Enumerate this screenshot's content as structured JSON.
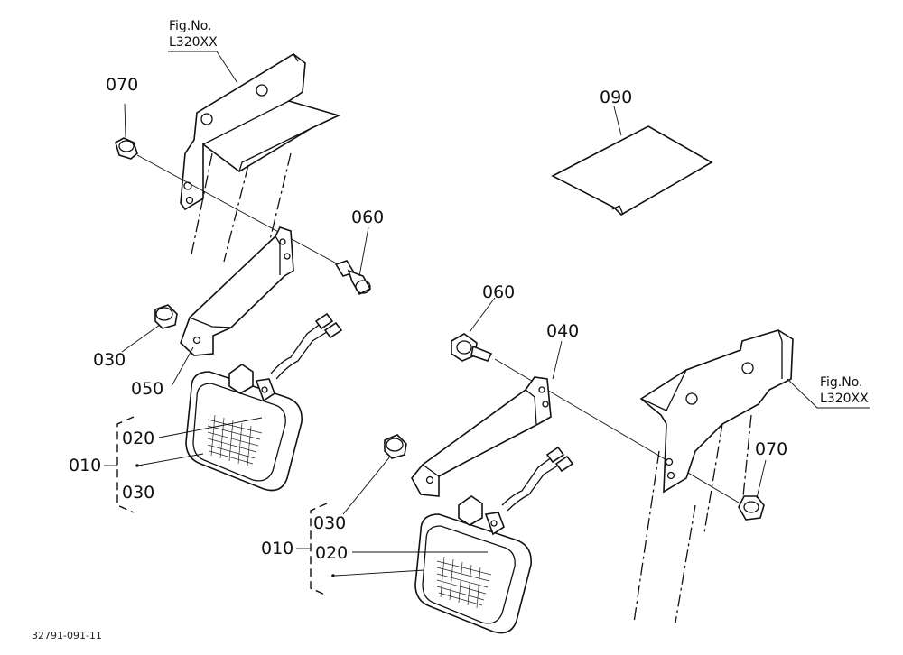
{
  "figure": {
    "ref_left": {
      "line1": "Fig.No.",
      "line2": "L320XX"
    },
    "ref_right": {
      "line1": "Fig.No.",
      "line2": "L320XX"
    },
    "footer_code": "32791-091-11"
  },
  "callouts": {
    "p070_top": "070",
    "p090": "090",
    "p060_left": "060",
    "p030_left": "030",
    "p050": "050",
    "p010_left": "010",
    "p020_left": "020",
    "p030_left_group": "030",
    "p060_right": "060",
    "p040": "040",
    "p070_right": "070",
    "p030_right": "030",
    "p010_right": "010",
    "p020_right": "020"
  }
}
